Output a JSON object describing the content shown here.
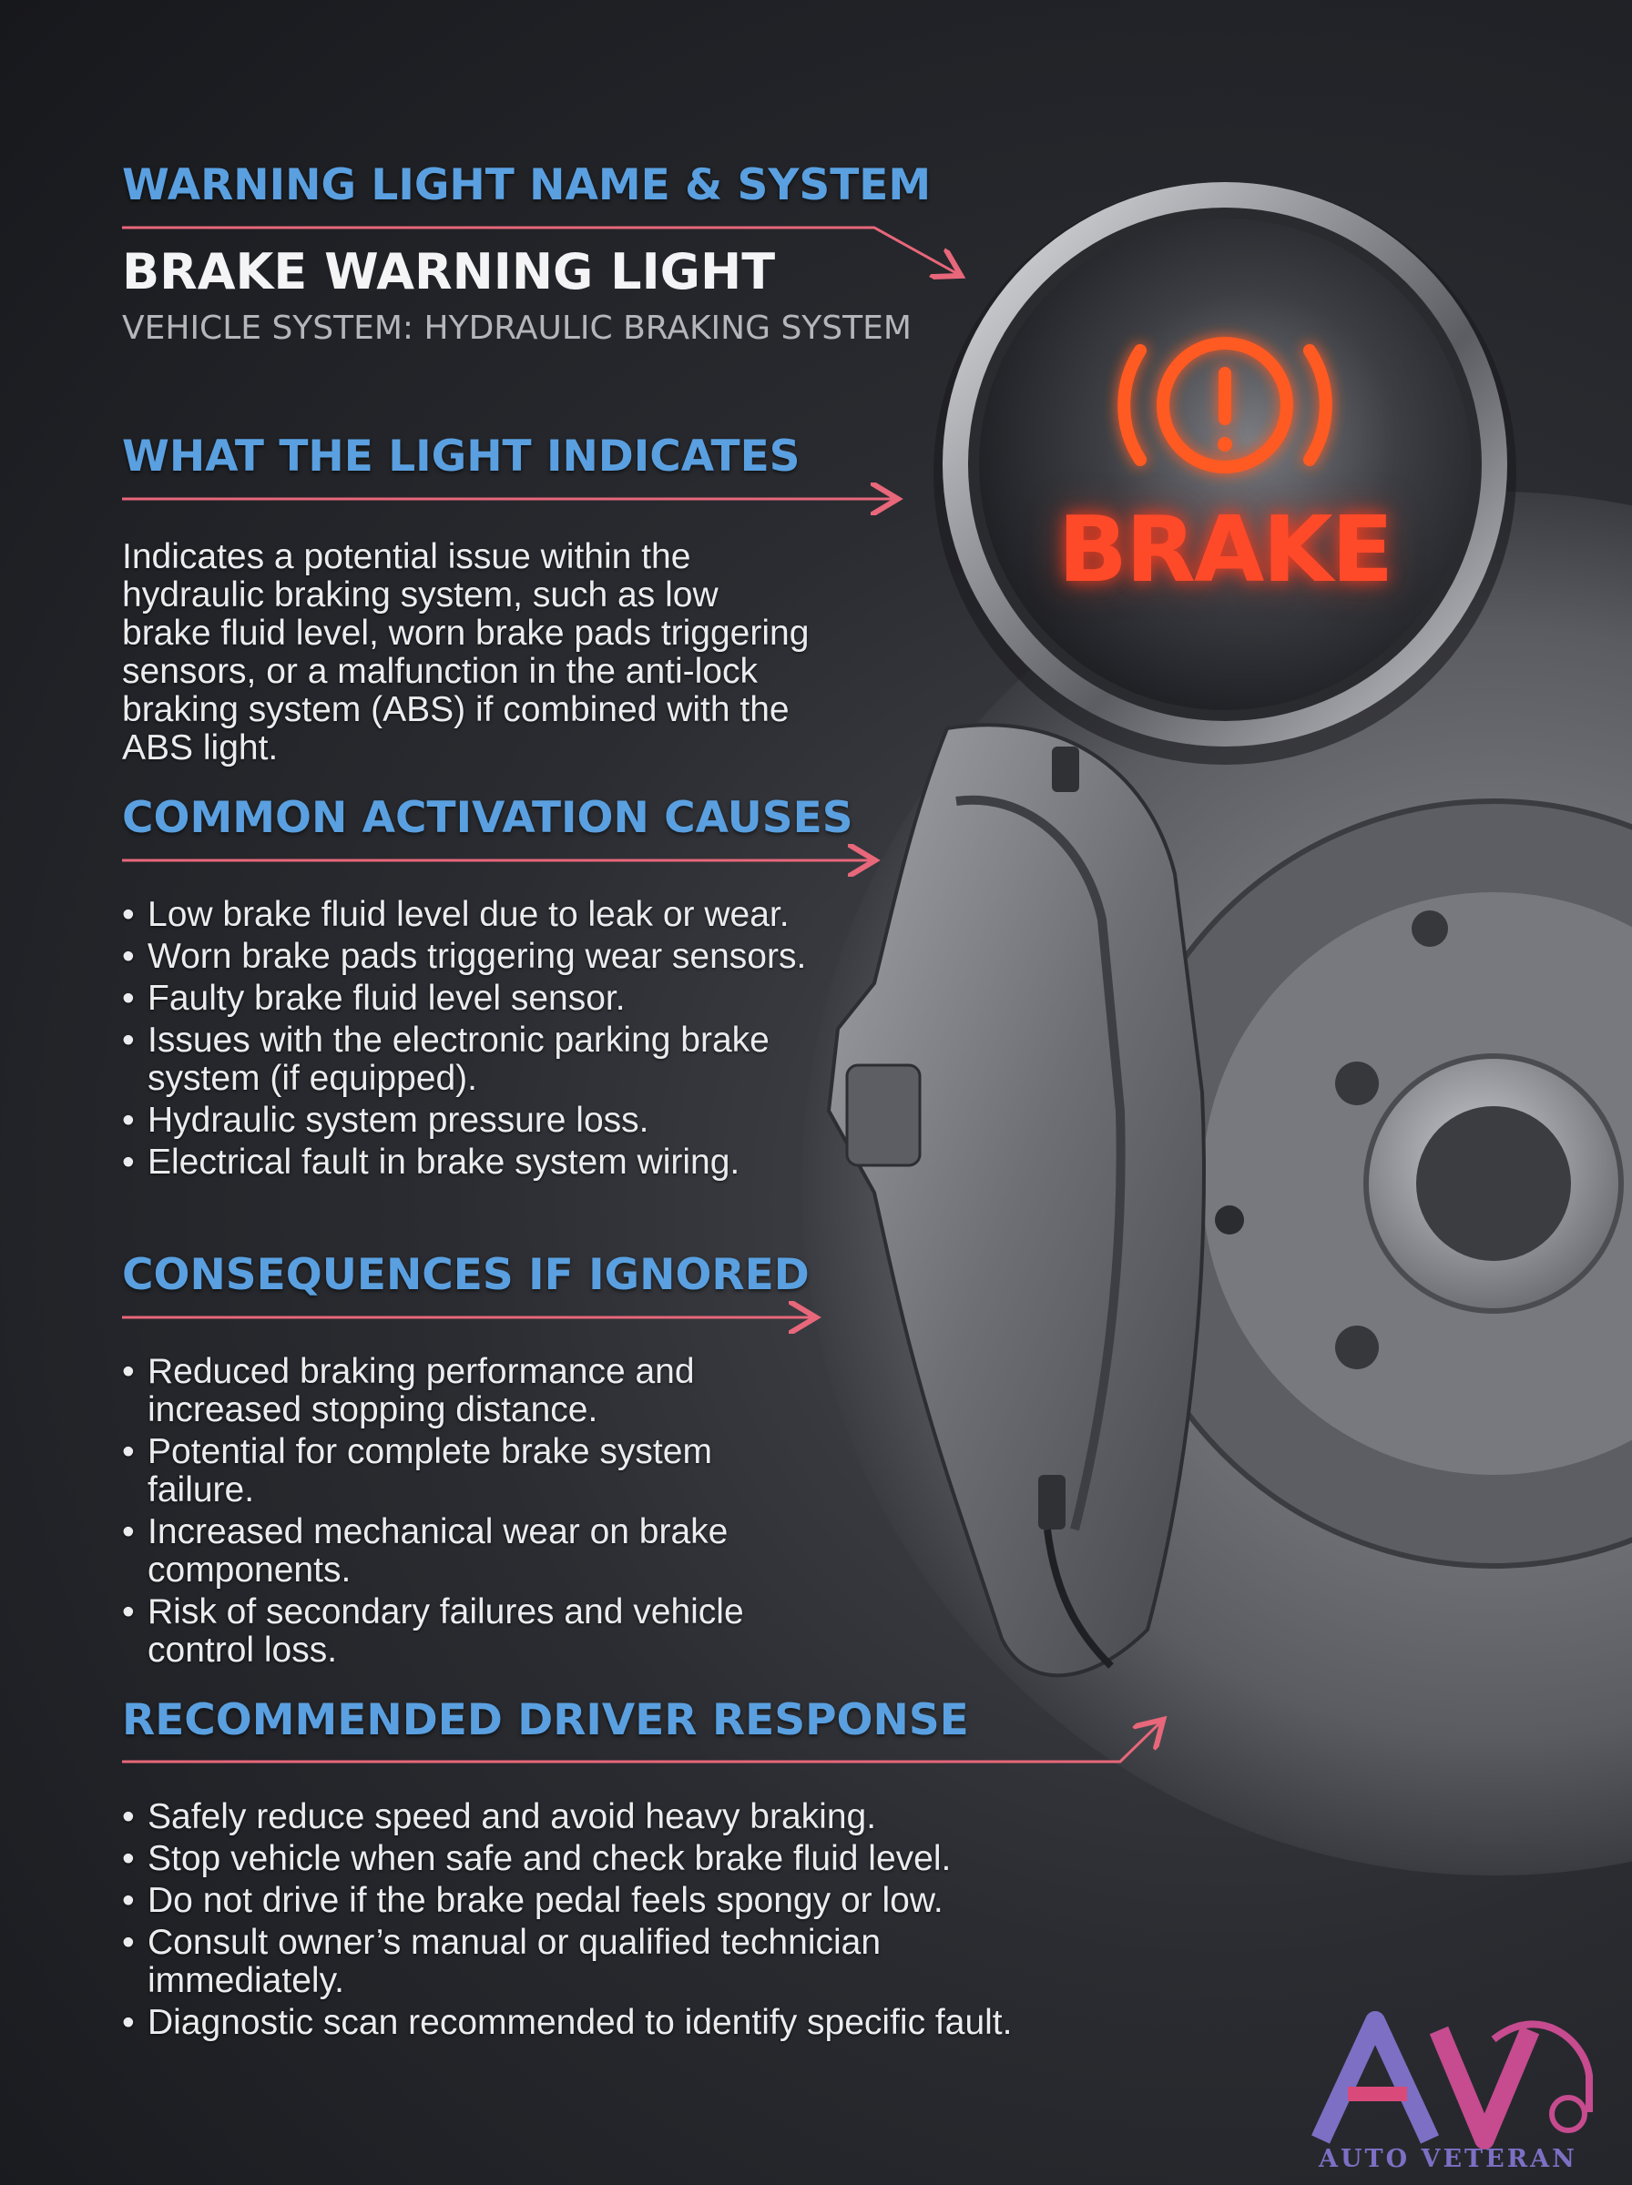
{
  "sections": {
    "name_system": {
      "heading": "WARNING LIGHT NAME & SYSTEM",
      "title": "BRAKE WARNING LIGHT",
      "subtitle": "VEHICLE SYSTEM: HYDRAULIC BRAKING SYSTEM"
    },
    "indicates": {
      "heading": "WHAT THE LIGHT INDICATES",
      "text": "Indicates a potential issue within the hydraulic braking system, such as low brake fluid level, worn brake pads triggering sensors, or a malfunction in the anti-lock braking system (ABS) if combined with the ABS light."
    },
    "causes": {
      "heading": "COMMON ACTIVATION CAUSES",
      "items": [
        "Low brake fluid level due to leak or wear.",
        "Worn brake pads triggering wear sensors.",
        "Faulty brake fluid level sensor.",
        "Issues with the electronic parking brake system (if equipped).",
        "Hydraulic system pressure loss.",
        "Electrical fault in brake system wiring."
      ]
    },
    "consequences": {
      "heading": "CONSEQUENCES IF IGNORED",
      "items": [
        "Reduced braking performance and increased stopping distance.",
        "Potential for complete brake system failure.",
        "Increased mechanical wear on brake components.",
        "Risk of secondary failures and vehicle control loss."
      ]
    },
    "response": {
      "heading": "RECOMMENDED DRIVER RESPONSE",
      "items": [
        "Safely reduce speed and avoid heavy braking.",
        "Stop vehicle when safe and check brake fluid level.",
        "Do not drive if the brake pedal feels spongy or low.",
        "Consult owner’s manual or qualified technician immediately.",
        "Diagnostic scan recommended to identify specific fault."
      ]
    }
  },
  "indicator": {
    "label": "BRAKE",
    "icon": "brake-warning-icon",
    "glow_color": "#ff4a2a"
  },
  "logo": {
    "text": "AUTO VETERAN",
    "mark": "AV"
  },
  "colors": {
    "heading": "#5aa0e0",
    "arrow": "#e8677a",
    "background": "#2a2c31"
  }
}
